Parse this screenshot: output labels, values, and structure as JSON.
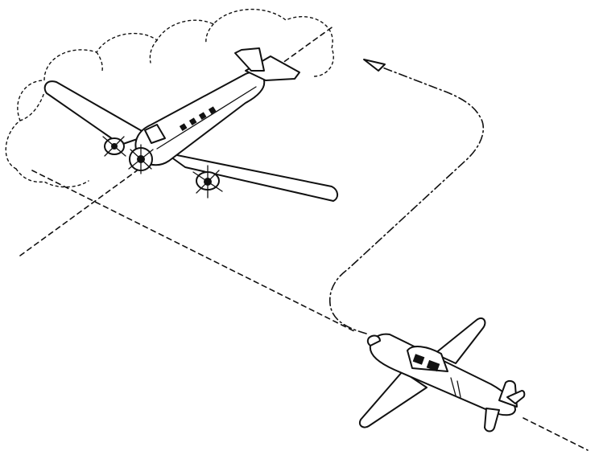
{
  "figure": {
    "elements": {
      "cloud": "cloud",
      "large_aircraft": "twin-engine-airliner",
      "small_aircraft": "single-engine-light-aircraft",
      "path_large": "dashed-flight-path",
      "path_small": "dash-dot-flight-path",
      "direction_marker": "arrowhead"
    }
  }
}
